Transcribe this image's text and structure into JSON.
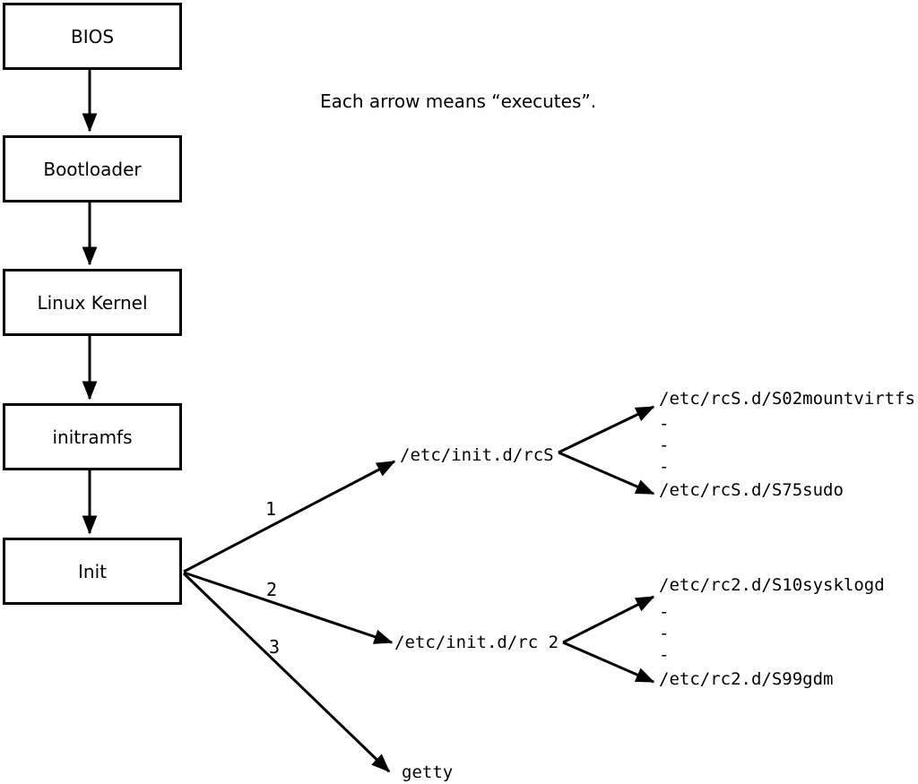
{
  "note": "Each arrow means “executes”.",
  "flow_boxes": [
    {
      "label": "BIOS"
    },
    {
      "label": "Bootloader"
    },
    {
      "label": "Linux Kernel"
    },
    {
      "label": "initramfs"
    },
    {
      "label": "Init"
    }
  ],
  "branches": [
    {
      "order": "1",
      "target": "/etc/init.d/rcS",
      "children": [
        "/etc/rcS.d/S02mountvirtfs",
        "-",
        "-",
        "-",
        "/etc/rcS.d/S75sudo"
      ]
    },
    {
      "order": "2",
      "target": "/etc/init.d/rc 2",
      "children": [
        "/etc/rc2.d/S10sysklogd",
        "-",
        "-",
        "-",
        "/etc/rc2.d/S99gdm"
      ]
    },
    {
      "order": "3",
      "target": "getty",
      "children": []
    }
  ],
  "colors": {
    "line": "#000000",
    "background": "#ffffff"
  }
}
